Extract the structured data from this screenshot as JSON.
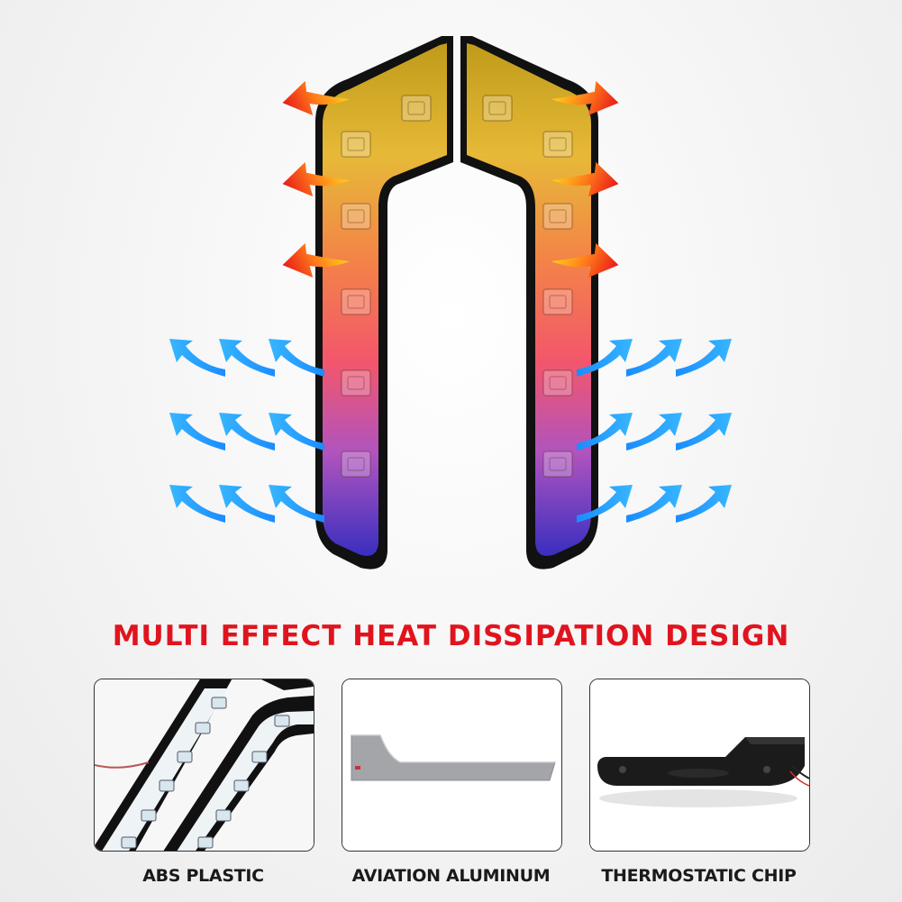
{
  "headline": "MULTI EFFECT HEAT DISSIPATION DESIGN",
  "colors": {
    "headline": "#e0141e",
    "heat_arrow": "#ff6a1a",
    "cool_arrow": "#1e8fff",
    "lamp_top": "#d7b41f",
    "lamp_mid": "#ff5a5a",
    "lamp_bottom": "#3b30c8"
  },
  "materials": [
    {
      "caption": "ABS PLASTIC",
      "image": "led-lamp-closeup"
    },
    {
      "caption": "AVIATION ALUMINUM",
      "image": "aluminum-plate"
    },
    {
      "caption": "THERMOSTATIC CHIP",
      "image": "lamp-back-housing"
    }
  ]
}
